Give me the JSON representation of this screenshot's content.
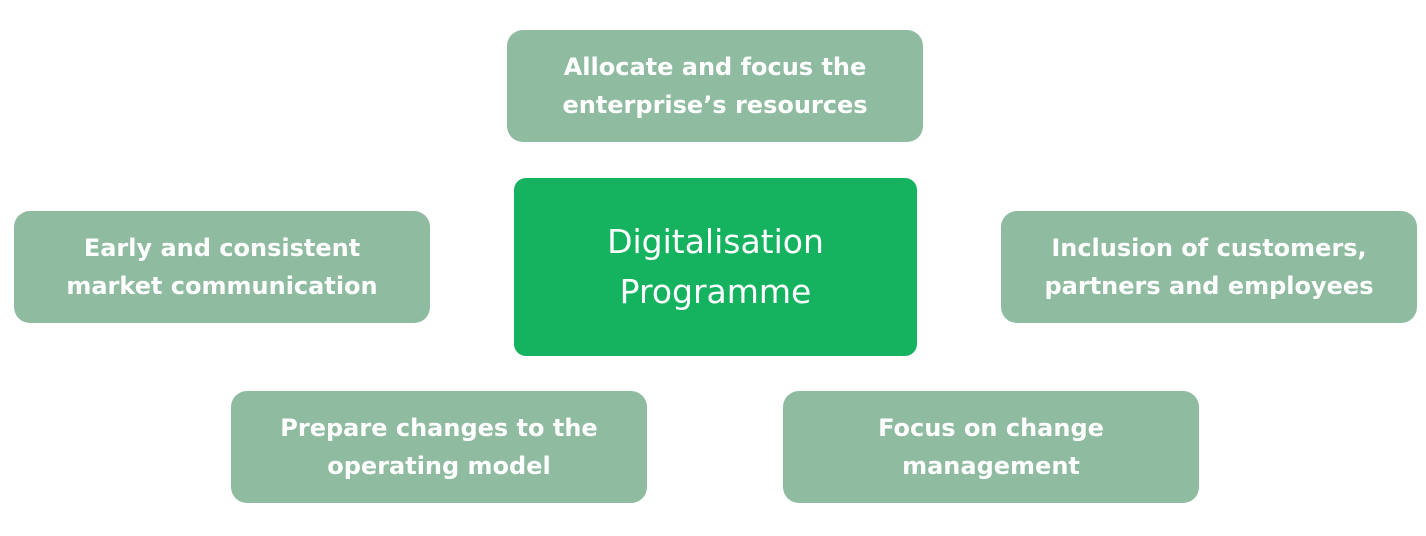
{
  "colors": {
    "satellite_fill": "#8fbba1",
    "center_fill": "#15b25f",
    "text": "#ffffff",
    "background": "#ffffff"
  },
  "center": {
    "lines": [
      "Digitalisation",
      "Programme"
    ]
  },
  "nodes": {
    "top": {
      "lines": [
        "Allocate and focus the",
        "enterprise’s resources"
      ]
    },
    "left": {
      "lines": [
        "Early and consistent",
        "market communication"
      ]
    },
    "right": {
      "lines": [
        "Inclusion of customers,",
        "partners and employees"
      ]
    },
    "bottom_left": {
      "lines": [
        "Prepare changes to the",
        "operating model"
      ]
    },
    "bottom_right": {
      "lines": [
        "Focus on change",
        "management"
      ]
    }
  }
}
